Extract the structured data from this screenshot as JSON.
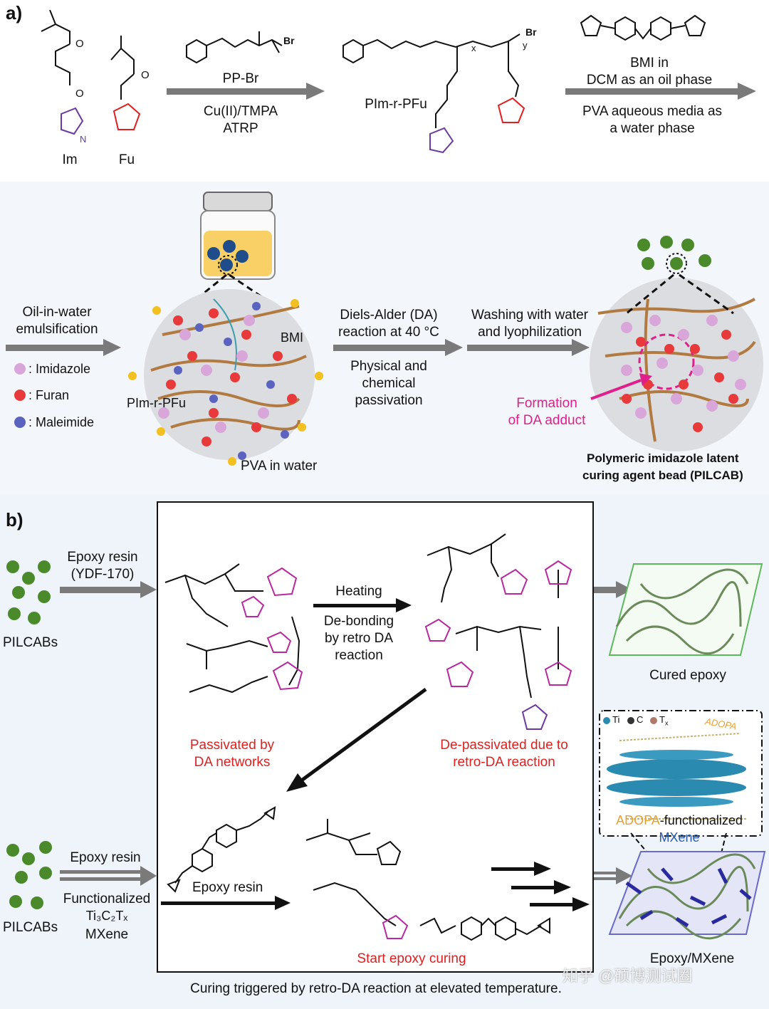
{
  "panel_a": {
    "label": "a)",
    "monomer_im": "Im",
    "monomer_fu": "Fu",
    "initiator": "PP-Br",
    "catalyst_line1": "Cu(II)/TMPA",
    "catalyst_line2": "ATRP",
    "copolymer": "PIm-r-PFu",
    "bmi_line1": "BMI in",
    "bmi_line2": "DCM as an oil phase",
    "water_line1": "PVA aqueous media as",
    "water_line2": "a water phase",
    "emulsification_line1": "Oil-in-water",
    "emulsification_line2": "emulsification",
    "legend_imidazole": ": Imidazole",
    "legend_furan": ": Furan",
    "legend_maleimide": ": Maleimide",
    "bead_bmi": "BMI",
    "bead_copolymer": "PIm-r-PFu",
    "pva": "PVA in water",
    "da_line1": "Diels-Alder (DA)",
    "da_line2": "reaction at 40 °C",
    "passivation_line1": "Physical and",
    "passivation_line2": "chemical",
    "passivation_line3": "passivation",
    "wash_line1": "Washing with water",
    "wash_line2": "and lyophilization",
    "adduct_line1": "Formation",
    "adduct_line2": "of DA adduct",
    "pilcab_line1": "Polymeric imidazole latent",
    "pilcab_line2": "curing agent bead (PILCAB)"
  },
  "panel_b": {
    "label": "b)",
    "epoxy_line1": "Epoxy resin",
    "epoxy_line2": "(YDF-170)",
    "pilcabs_top": "PILCABs",
    "heating": "Heating",
    "debond_line1": "De-bonding",
    "debond_line2": "by retro DA",
    "debond_line3": "reaction",
    "passivated_line1": "Passivated by",
    "passivated_line2": "DA networks",
    "depassivated_line1": "De-passivated due to",
    "depassivated_line2": "retro-DA reaction",
    "cured_epoxy": "Cured epoxy",
    "legend_ti": "Ti",
    "legend_c": "C",
    "legend_tx": "T",
    "legend_tx_sub": "x",
    "adopa_tag": "ADOPA",
    "adopa_caption_prefix": "ADOPA",
    "adopa_caption_rest": "-functionalized",
    "mxene_caption": "MXene",
    "epoxy_resin_bottom": "Epoxy resin",
    "functionalized": "Functionalized",
    "ti3c2tx": "Ti₃C₂Tₓ",
    "mxene_bottom": "MXene",
    "pilcabs_bottom": "PILCABs",
    "epoxy_resin_in_box": "Epoxy resin",
    "start_curing": "Start epoxy curing",
    "epoxy_mxene": "Epoxy/MXene",
    "footer": "Curing triggered by retro-DA reaction at elevated temperature.",
    "watermark": "知乎 @硕博测试圈"
  },
  "colors": {
    "arrow_gray": "#7a7a7a",
    "red_label": "#e02020",
    "magenta_label": "#e0208a",
    "imidazole": "#d9a6d9",
    "furan": "#e83a3a",
    "maleimide": "#5b63c0",
    "backbone": "#b07a40",
    "bead_green": "#4a8a2a",
    "ti_blue": "#2a8ab0"
  }
}
